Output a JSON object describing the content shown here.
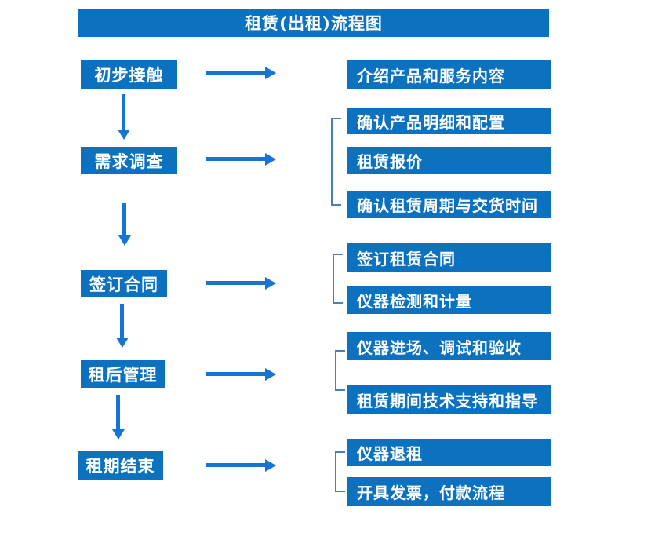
{
  "title": "租赁(出租)流程图",
  "colors": {
    "box_blue": "#0c72c0",
    "arrow_blue": "#1574d4",
    "bracket_blue": "#4a7ebb",
    "text_white": "#ffffff"
  },
  "steps": [
    {
      "label": "初步接触",
      "details": [
        "介绍产品和服务内容"
      ]
    },
    {
      "label": "需求调查",
      "details": [
        "确认产品明细和配置",
        "租赁报价",
        "确认租赁周期与交货时间"
      ]
    },
    {
      "label": "签订合同",
      "details": [
        "签订租赁合同",
        "仪器检测和计量"
      ]
    },
    {
      "label": "租后管理",
      "details": [
        "仪器进场、调试和验收",
        "租赁期间技术支持和指导"
      ]
    },
    {
      "label": "租期结束",
      "details": [
        "仪器退租",
        "开具发票，付款流程"
      ]
    }
  ]
}
